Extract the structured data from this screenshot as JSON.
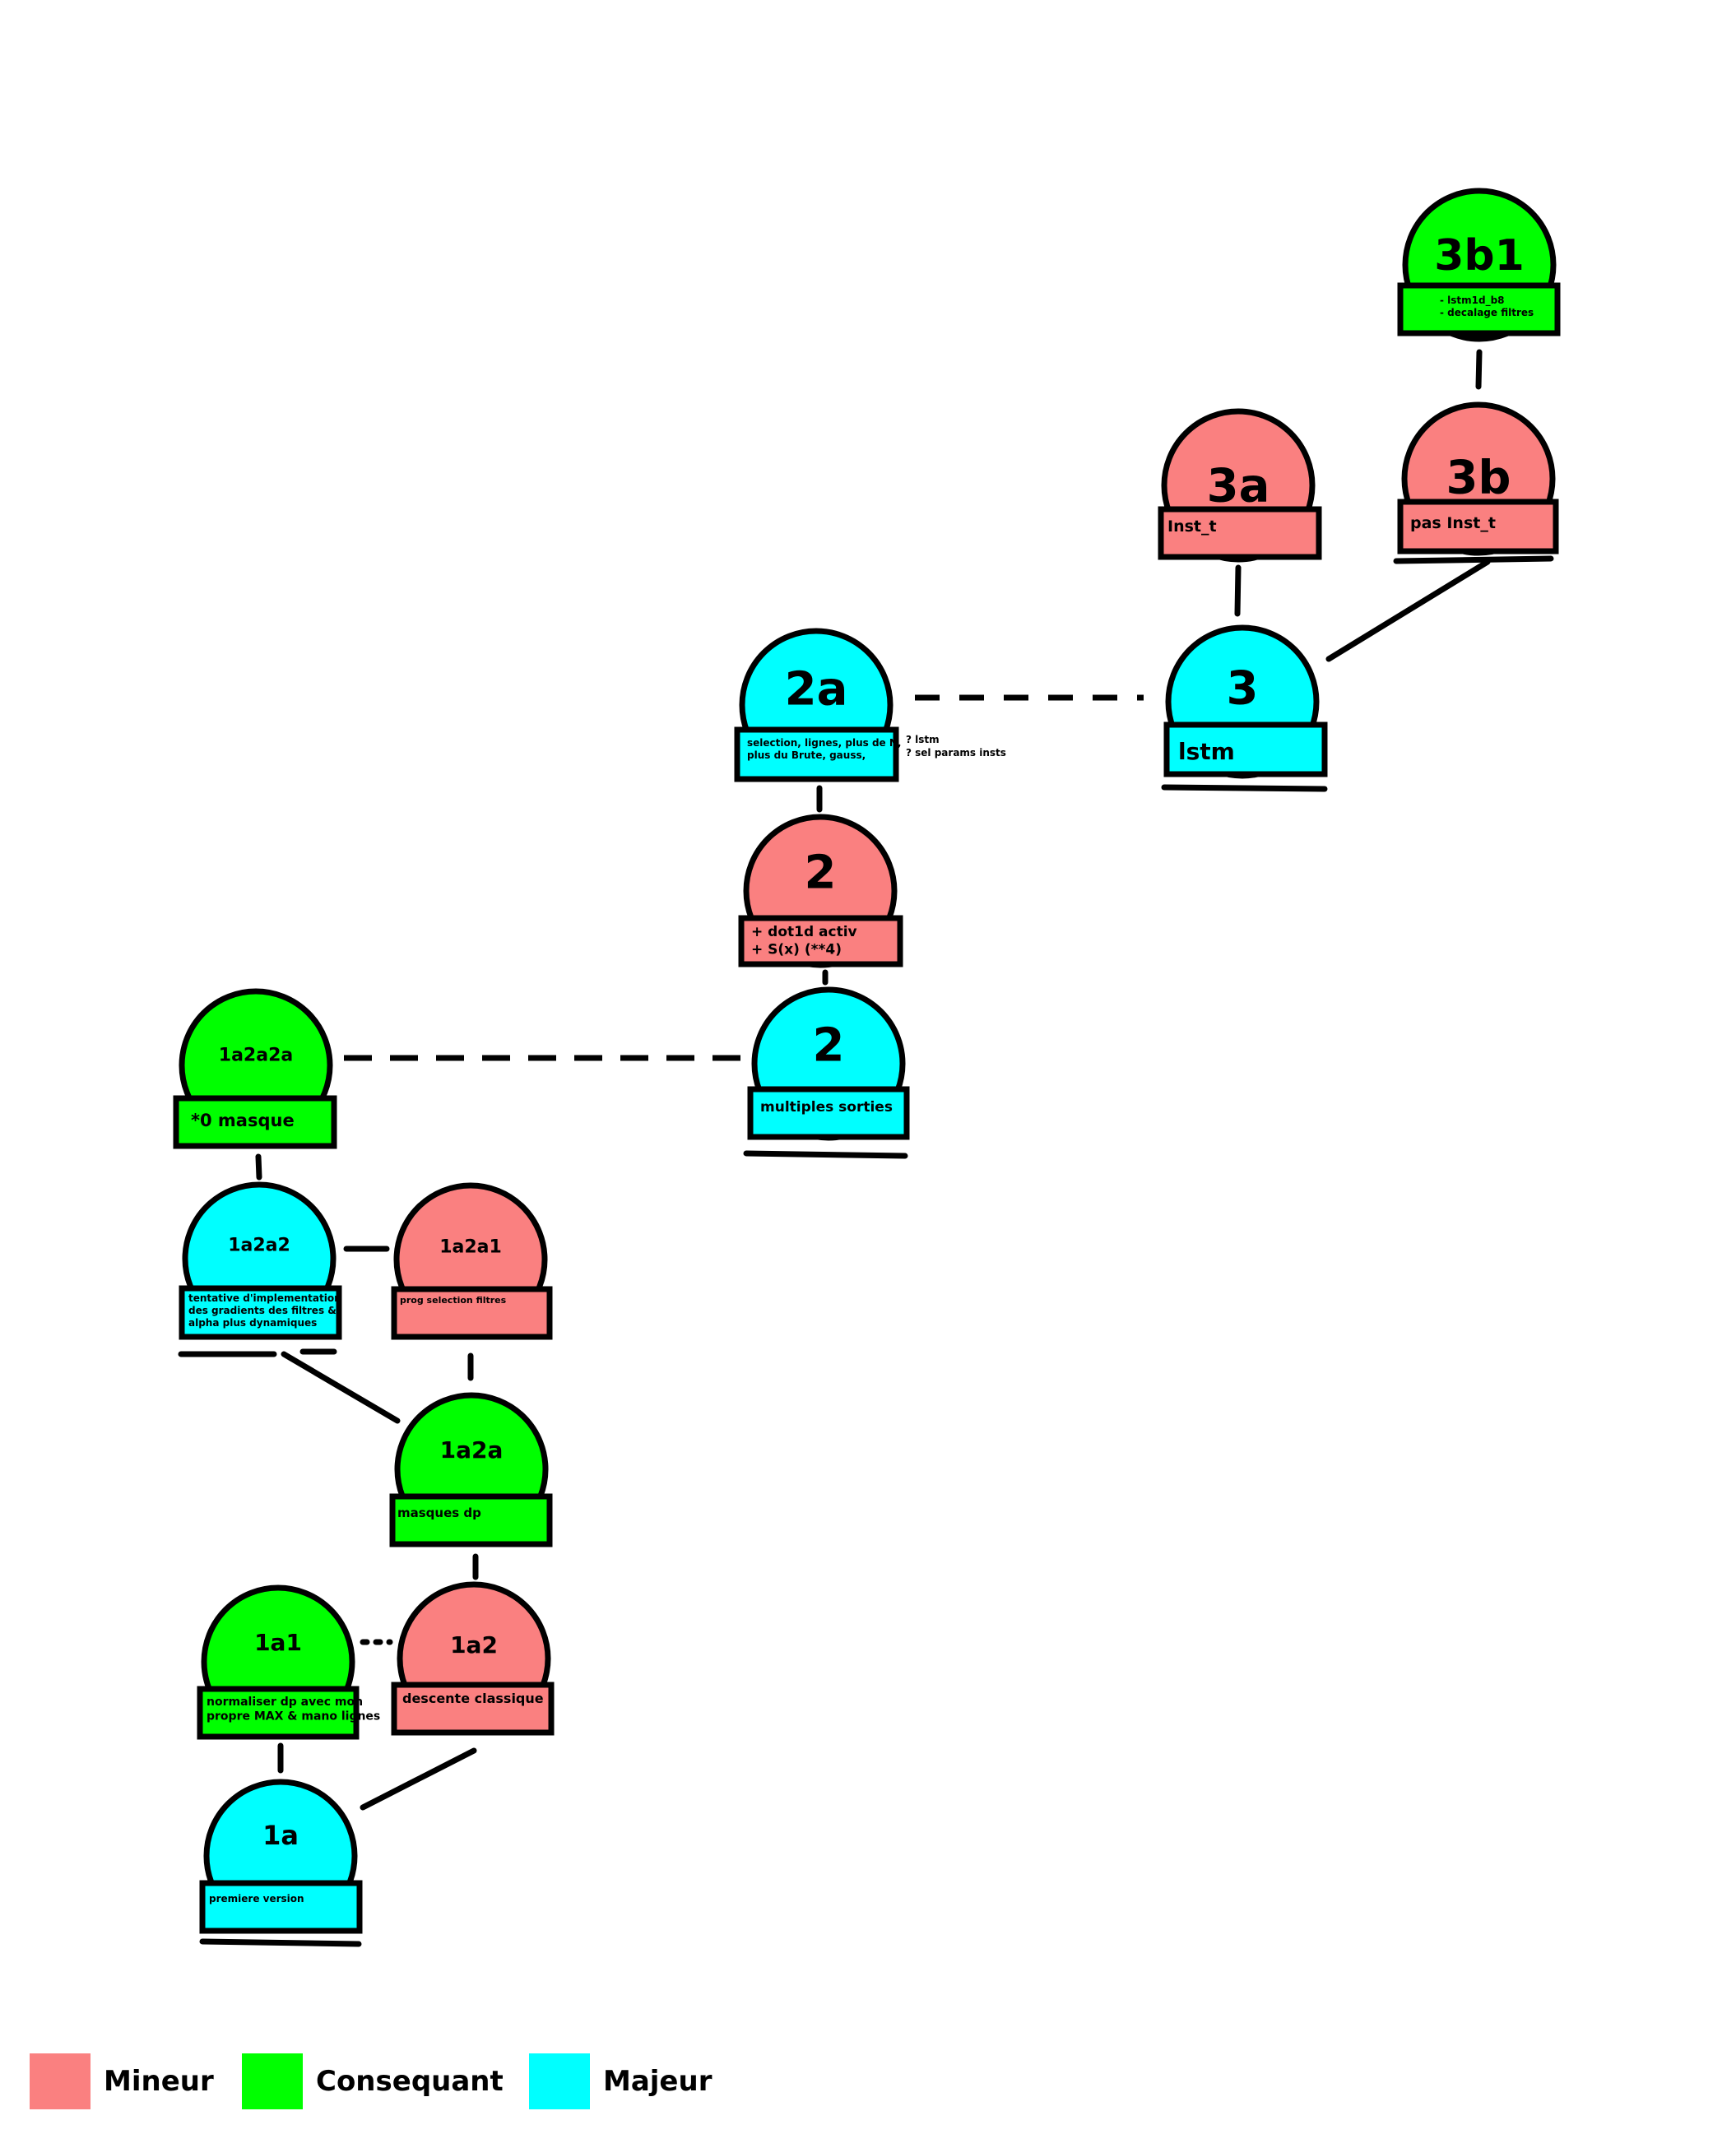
{
  "colors": {
    "mineur": "#fa8080",
    "consequant": "#00ff00",
    "majeur": "#00ffff",
    "outline": "#000000"
  },
  "nodes": {
    "n3b1": {
      "title": "3b1",
      "desc": [
        "- lstm1d_b8",
        "- decalage filtres"
      ],
      "kind": "consequant"
    },
    "n3a": {
      "title": "3a",
      "desc": [
        "Inst_t"
      ],
      "kind": "mineur"
    },
    "n3b": {
      "title": "3b",
      "desc": [
        "pas Inst_t"
      ],
      "kind": "mineur"
    },
    "n2a": {
      "title": "2a",
      "desc": [
        "selection, lignes, plus de N,",
        "plus du Brute, gauss,"
      ],
      "kind": "majeur"
    },
    "n3": {
      "title": "3",
      "desc": [
        "lstm"
      ],
      "kind": "majeur"
    },
    "n2m": {
      "title": "2",
      "desc": [
        "+ dot1d activ",
        "+ S(x) (**4)"
      ],
      "kind": "mineur"
    },
    "n2": {
      "title": "2",
      "desc": [
        "multiples sorties"
      ],
      "kind": "majeur"
    },
    "n1a2a2a": {
      "title": "1a2a2a",
      "desc": [
        "*0 masque"
      ],
      "kind": "consequant"
    },
    "n1a2a2": {
      "title": "1a2a2",
      "desc": [
        "tentative d'implementation",
        "des gradients des filtres &",
        "alpha plus dynamiques"
      ],
      "kind": "majeur"
    },
    "n1a2a1": {
      "title": "1a2a1",
      "desc": [
        "prog selection filtres"
      ],
      "kind": "mineur"
    },
    "n1a2a": {
      "title": "1a2a",
      "desc": [
        "masques dp"
      ],
      "kind": "consequant"
    },
    "n1a1": {
      "title": "1a1",
      "desc": [
        "normaliser dp avec mon",
        "propre MAX & mano lignes"
      ],
      "kind": "consequant"
    },
    "n1a2": {
      "title": "1a2",
      "desc": [
        "descente classique"
      ],
      "kind": "mineur"
    },
    "n1a": {
      "title": "1a",
      "desc": [
        "premiere version"
      ],
      "kind": "majeur"
    }
  },
  "notes": {
    "n2a_side": [
      "? lstm",
      "? sel params  insts"
    ]
  },
  "legend": [
    {
      "label": "Mineur",
      "kind": "mineur"
    },
    {
      "label": "Consequant",
      "kind": "consequant"
    },
    {
      "label": "Majeur",
      "kind": "majeur"
    }
  ]
}
